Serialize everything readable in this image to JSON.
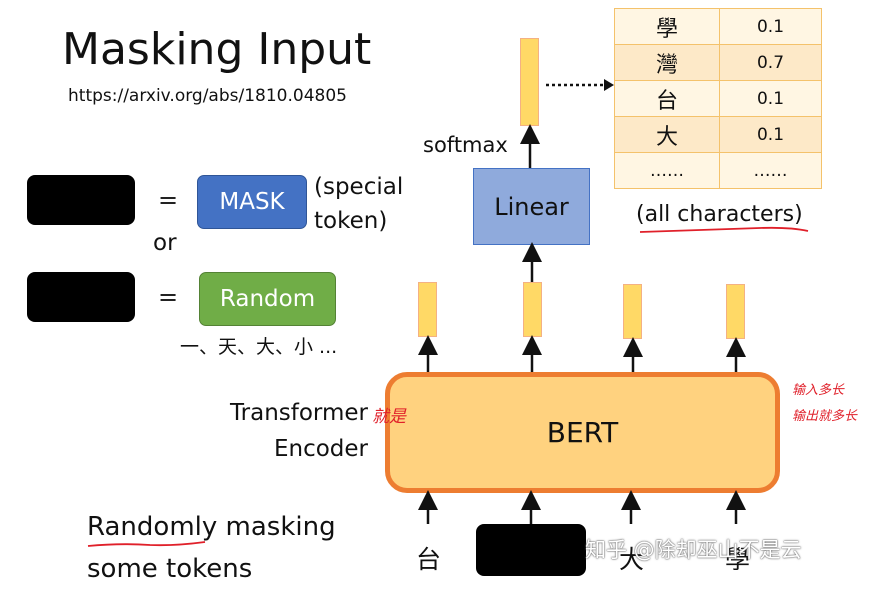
{
  "title": "Masking Input",
  "url": "https://arxiv.org/abs/1810.04805",
  "legend": {
    "equals": "=",
    "mask_label": "MASK",
    "special_token": "(special\ntoken)",
    "or": "or",
    "random_label": "Random",
    "random_examples": "一、天、大、小 ..."
  },
  "linear_label": "Linear",
  "softmax_label": "softmax",
  "bert_label": "BERT",
  "transformer_label": "Transformer\nEncoder",
  "all_characters": "(all characters)",
  "prob_table": [
    {
      "char": "學",
      "prob": "0.1"
    },
    {
      "char": "灣",
      "prob": "0.7"
    },
    {
      "char": "台",
      "prob": "0.1"
    },
    {
      "char": "大",
      "prob": "0.1"
    },
    {
      "char": "……",
      "prob": "……"
    }
  ],
  "inputs": [
    "台",
    "",
    "大",
    "學"
  ],
  "caption": "Randomly masking\nsome tokens",
  "annotations": {
    "left_note": "就是",
    "right_note": "输入多长\n输出就多长"
  },
  "watermark": "知乎 @除却巫山不是云",
  "colors": {
    "mask": "#4472c4",
    "random": "#70ad47",
    "linear": "#8faadc",
    "bert_fill": "#ffd27f",
    "bert_border": "#ed7d31",
    "vector": "#ffd966",
    "annotation": "#e0202a"
  }
}
